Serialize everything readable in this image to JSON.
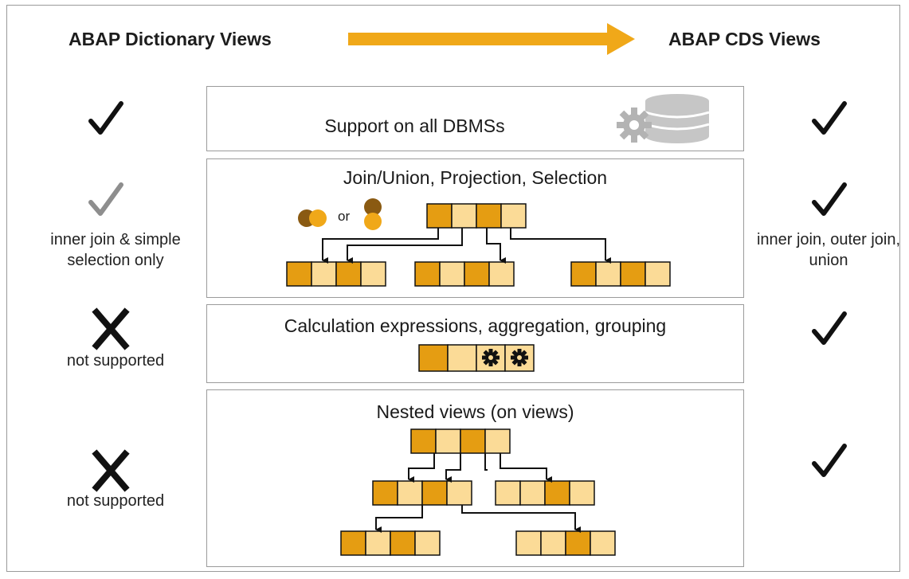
{
  "header": {
    "left": "ABAP Dictionary Views",
    "right": "ABAP CDS Views"
  },
  "rows": [
    {
      "title": "Support on all DBMSs",
      "left_mark": "check",
      "left_note": "",
      "right_mark": "check",
      "right_note": ""
    },
    {
      "title": "Join/Union, Projection, Selection",
      "left_mark": "check-gray",
      "left_note": "inner join & simple selection only",
      "right_mark": "check",
      "right_note": "inner join, outer join, union",
      "connector_text": "or"
    },
    {
      "title": "Calculation expressions, aggregation, grouping",
      "left_mark": "cross",
      "left_note": "not supported",
      "right_mark": "check",
      "right_note": ""
    },
    {
      "title": "Nested views (on views)",
      "left_mark": "cross",
      "left_note": "not supported",
      "right_mark": "check",
      "right_note": ""
    }
  ],
  "icons": [
    "database-gear-icon",
    "venn-overlap-icon",
    "stacked-circles-icon",
    "gear-icon"
  ],
  "colors": {
    "accent": "#e8a21c",
    "cell_dark": "#e59d12",
    "cell_light": "#fbdb97",
    "check": "#111111",
    "check_gray": "#8e8e8e",
    "arrow": "#f0a819",
    "db_gray": "#bdbdbd"
  }
}
